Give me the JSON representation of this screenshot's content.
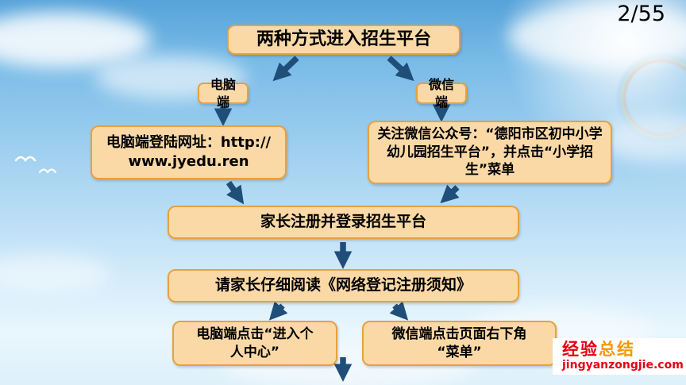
{
  "page": {
    "slide_number": "2/55"
  },
  "flowchart": {
    "title": "两种方式进入招生平台",
    "pc_branch": "电脑端",
    "wechat_branch": "微信端",
    "pc_url": {
      "line1": "电脑端登陆网址：http://",
      "line2": "www.jyedu.ren"
    },
    "wechat_info": "关注微信公众号：“德阳市区初中小学幼儿园招生平台”，并点击“小学招生”菜单",
    "register": "家长注册并登录招生平台",
    "notice": "请家长仔细阅读《网络登记注册须知》",
    "pc_action": {
      "line1": "电脑端点击“进入个",
      "line2": "人中心”"
    },
    "wechat_action": {
      "line1": "微信端点击页面右下角",
      "line2": "“菜单”"
    }
  },
  "watermark": {
    "brand_part1": "经验",
    "brand_part2": "总结",
    "url": "jingyanzongjie.com"
  },
  "colors": {
    "box_fill": "#FBD9A6",
    "box_border": "#E8A13C",
    "arrow": "#1F4E79",
    "watermark_red": "#E60012",
    "watermark_orange": "#F39800"
  }
}
